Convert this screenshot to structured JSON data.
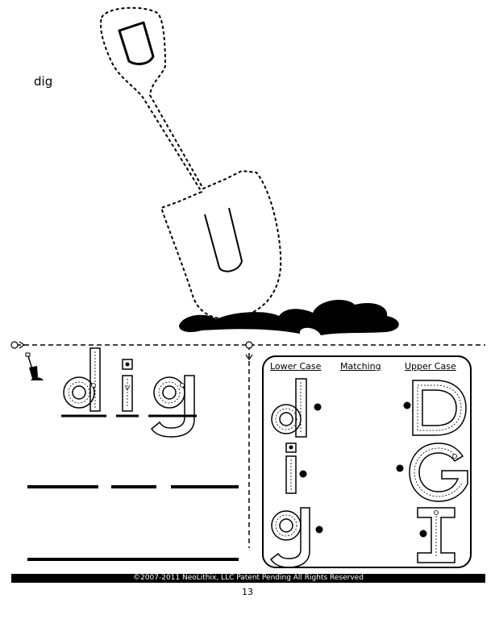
{
  "word": "dig",
  "trace_word": {
    "letters": [
      "d",
      "i",
      "g"
    ]
  },
  "matching_panel": {
    "lower_case_heading": "Lower Case",
    "matching_heading": "Matching",
    "upper_case_heading": "Upper Case",
    "lower_letters": [
      "d",
      "i",
      "g"
    ],
    "upper_letters": [
      "D",
      "G",
      "I"
    ]
  },
  "footer": {
    "copyright": "©2007-2011  NeoLithix, LLC  Patent Pending  All Rights Reserved",
    "page_number": "13"
  }
}
